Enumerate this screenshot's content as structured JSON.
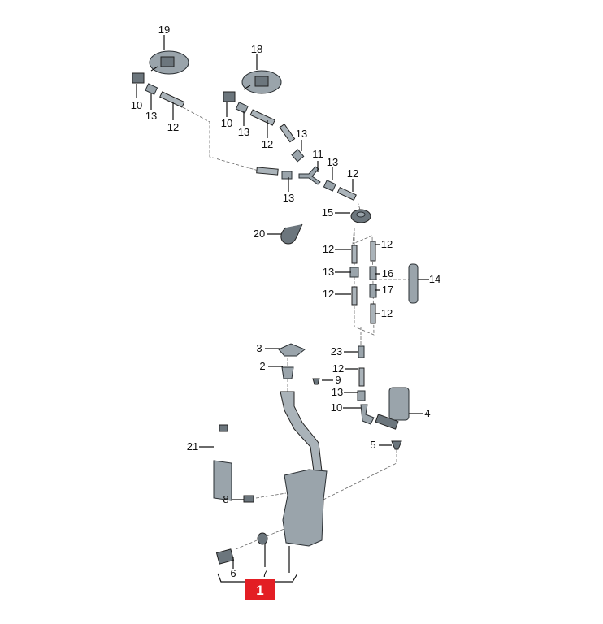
{
  "diagram": {
    "type": "exploded-parts-diagram",
    "callouts": [
      "19",
      "18",
      "10",
      "13",
      "12",
      "10",
      "13",
      "12",
      "13",
      "11",
      "13",
      "12",
      "13",
      "15",
      "20",
      "12",
      "13",
      "12",
      "12",
      "16",
      "17",
      "12",
      "14",
      "3",
      "2",
      "23",
      "12",
      "9",
      "13",
      "10",
      "4",
      "5",
      "21",
      "8",
      "6",
      "7"
    ],
    "main_part": "1",
    "main_part_color": "#e31e24"
  }
}
